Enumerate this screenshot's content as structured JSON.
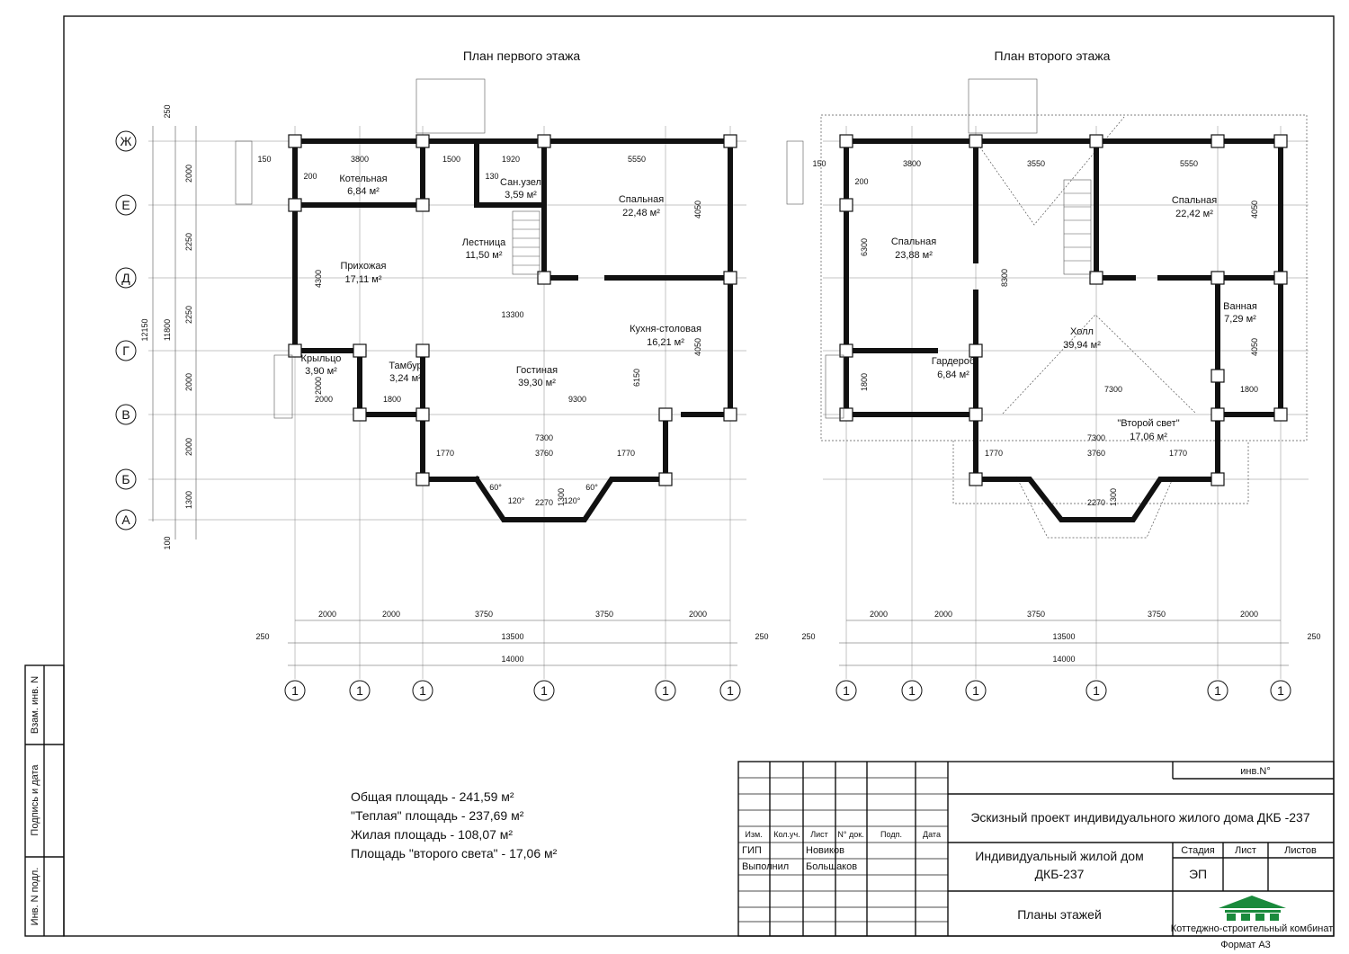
{
  "plan1": {
    "title": "План первого этажа",
    "rooms": [
      {
        "name": "Котельная",
        "area": "6,84 м²"
      },
      {
        "name": "Сан.узел",
        "area": "3,59 м²"
      },
      {
        "name": "Спальная",
        "area": "22,48 м²"
      },
      {
        "name": "Лестница",
        "area": "11,50 м²"
      },
      {
        "name": "Прихожая",
        "area": "17,11 м²"
      },
      {
        "name": "Кухня-столовая",
        "area": "16,21 м²"
      },
      {
        "name": "Гостиная",
        "area": "39,30 м²"
      },
      {
        "name": "Тамбур",
        "area": "3,24 м²"
      },
      {
        "name": "Крыльцо",
        "area": "3,90 м²"
      }
    ],
    "axis_letters": [
      "Ж",
      "Е",
      "Д",
      "Г",
      "В",
      "Б",
      "А"
    ],
    "left_dims": [
      "250",
      "2000",
      "2250",
      "2250",
      "2000",
      "2000",
      "1300",
      "100"
    ],
    "left_totals": [
      "11800",
      "12150"
    ],
    "bottom_dims": [
      "2000",
      "2000",
      "3750",
      "3750",
      "2000"
    ],
    "overall_13500": "13500",
    "overall_14000": "14000",
    "overhang": "250",
    "axis_numbers": [
      "1",
      "1",
      "1",
      "1",
      "1",
      "1"
    ],
    "inner_dims": [
      "3800",
      "1500",
      "1920",
      "5550",
      "13300",
      "9300",
      "7300",
      "3760",
      "1770",
      "1770",
      "2270",
      "1300",
      "6150",
      "4300",
      "4050",
      "4050",
      "2000",
      "1800",
      "2000",
      "200",
      "150",
      "130",
      "60°",
      "120°",
      "120°",
      "60°"
    ]
  },
  "plan2": {
    "title": "План второго этажа",
    "rooms": [
      {
        "name": "Спальная",
        "area": "23,88 м²"
      },
      {
        "name": "Спальная",
        "area": "22,42 м²"
      },
      {
        "name": "Ванная",
        "area": "7,29 м²"
      },
      {
        "name": "Холл",
        "area": "39,94 м²"
      },
      {
        "name": "Гардероб",
        "area": "6,84 м²"
      },
      {
        "name": "\"Второй свет\"",
        "area": "17,06 м²"
      }
    ],
    "bottom_dims": [
      "2000",
      "2000",
      "3750",
      "3750",
      "2000"
    ],
    "overall_13500": "13500",
    "overall_14000": "14000",
    "overhang": "250",
    "axis_numbers": [
      "1",
      "1",
      "1",
      "1",
      "1",
      "1"
    ],
    "inner_dims": [
      "3800",
      "3550",
      "5550",
      "6300",
      "8300",
      "4050",
      "4050",
      "7300",
      "1800",
      "1800",
      "7300",
      "3760",
      "1770",
      "1770",
      "2270",
      "1300",
      "200",
      "150"
    ]
  },
  "areas": [
    "Общая площадь - 241,59 м²",
    "\"Теплая\" площадь - 237,69 м²",
    "Жилая площадь - 108,07 м²",
    "Площадь \"второго света\" - 17,06 м²"
  ],
  "side_stamp": [
    "Взам. инв. N",
    "Подпись и дата",
    "Инв. N подл."
  ],
  "title_block": {
    "inv": "инв.N°",
    "project": "Эскизный проект индивидуального жилого дома ДКБ -237",
    "col_headers": [
      "Изм.",
      "Кол.уч.",
      "Лист",
      "N° док.",
      "Подп.",
      "Дата"
    ],
    "roles": [
      "ГИП",
      "Выполнил"
    ],
    "names": [
      "Новиков",
      "Большаков"
    ],
    "object_line1": "Индивидуальный жилой дом",
    "object_line2": "ДКБ-237",
    "stage_headers": [
      "Стадия",
      "Лист",
      "Листов"
    ],
    "stage": "ЭП",
    "sheet_title": "Планы этажей",
    "company": "Коттеджно-строительный комбинат",
    "format": "Формат А3",
    "logo_color": "#1a8a3c"
  }
}
